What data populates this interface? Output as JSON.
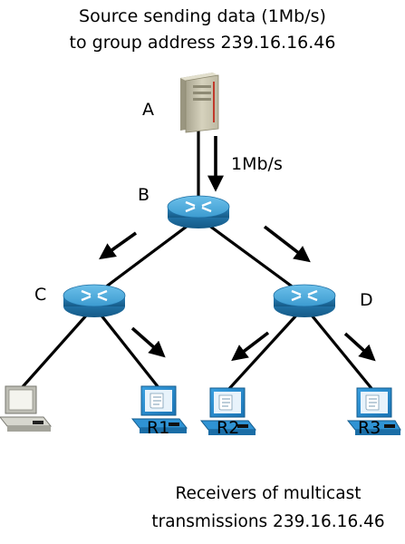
{
  "header": {
    "line1": "Source sending data (1Mb/s)",
    "line2": "to group address 239.16.16.46"
  },
  "labels": {
    "source": "A",
    "router_b": "B",
    "router_c": "C",
    "router_d": "D",
    "rate": "1Mb/s"
  },
  "hosts": {
    "r1": "R1",
    "r2": "R2",
    "r3": "R3"
  },
  "footer": {
    "line1": "Receivers of multicast",
    "line2": "transmissions 239.16.16.46"
  },
  "colors": {
    "router_top": "#4aa8d8",
    "router_side": "#1f6fa3",
    "host_blue": "#2a8fd0",
    "host_gray": "#c8c8c0",
    "server": "#c9c5b0",
    "link": "#000000"
  }
}
